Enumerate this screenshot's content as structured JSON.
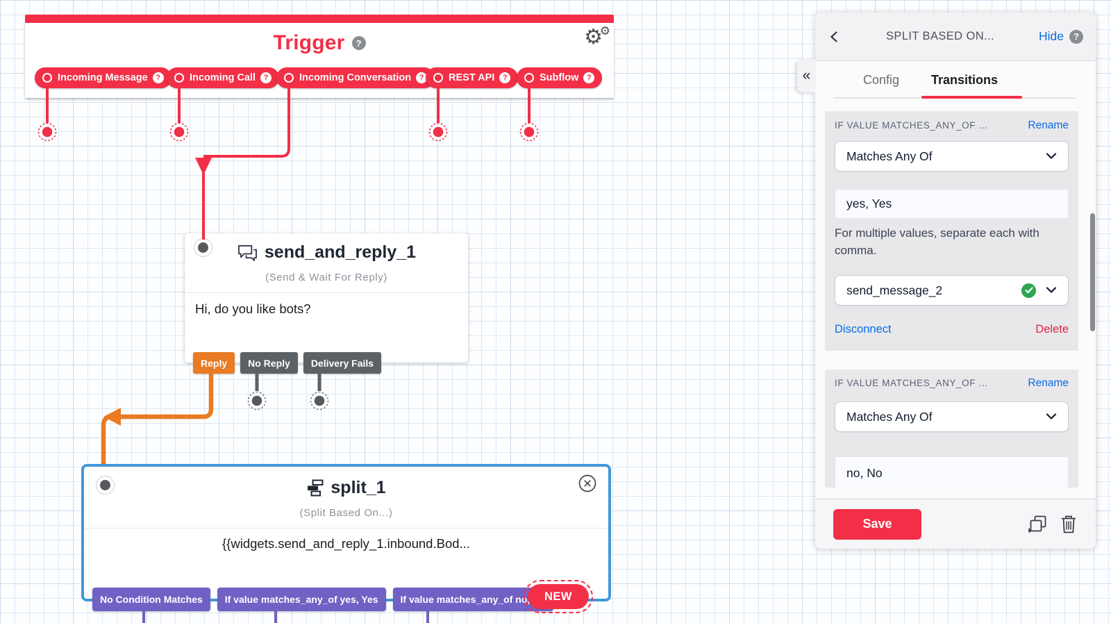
{
  "colors": {
    "brand_red": "#F22F46",
    "orange": "#E87B23",
    "gray_button": "#5C6165",
    "purple": "#7061C4",
    "selection_blue": "#4298D8",
    "link_blue": "#0B6BE0",
    "delete_red": "#E1253C",
    "success_green": "#2EA44F"
  },
  "trigger": {
    "title": "Trigger",
    "help_icon": "question-circle",
    "settings_icon": "gears",
    "pills": [
      {
        "label": "Incoming Message"
      },
      {
        "label": "Incoming Call"
      },
      {
        "label": "Incoming Conversation"
      },
      {
        "label": "REST API"
      },
      {
        "label": "Subflow"
      }
    ]
  },
  "send_widget": {
    "name": "send_and_reply_1",
    "type_label": "(Send & Wait For Reply)",
    "body": "Hi, do you like bots?",
    "transitions": [
      {
        "label": "Reply"
      },
      {
        "label": "No Reply"
      },
      {
        "label": "Delivery Fails"
      }
    ]
  },
  "split_widget": {
    "name": "split_1",
    "type_label": "(Split Based On...)",
    "body": "{{widgets.send_and_reply_1.inbound.Bod...",
    "transitions": [
      {
        "label": "No Condition Matches"
      },
      {
        "label": "If value matches_any_of yes, Yes"
      },
      {
        "label": "If value matches_any_of no, No"
      }
    ],
    "new_button": "NEW"
  },
  "panel": {
    "title": "SPLIT BASED ON...",
    "hide_label": "Hide",
    "collapse_glyph": "«",
    "tabs": [
      {
        "label": "Config"
      },
      {
        "label": "Transitions"
      }
    ],
    "active_tab": "Transitions",
    "sections": [
      {
        "label": "IF VALUE MATCHES_ANY_OF ...",
        "rename_label": "Rename",
        "operator_value": "Matches Any Of",
        "value": "yes, Yes",
        "help_text": "For multiple values, separate each with comma.",
        "widget_value": "send_message_2",
        "disconnect_label": "Disconnect",
        "delete_label": "Delete"
      },
      {
        "label": "IF VALUE MATCHES_ANY_OF ...",
        "rename_label": "Rename",
        "operator_value": "Matches Any Of",
        "value": "no, No"
      }
    ],
    "save_label": "Save"
  }
}
